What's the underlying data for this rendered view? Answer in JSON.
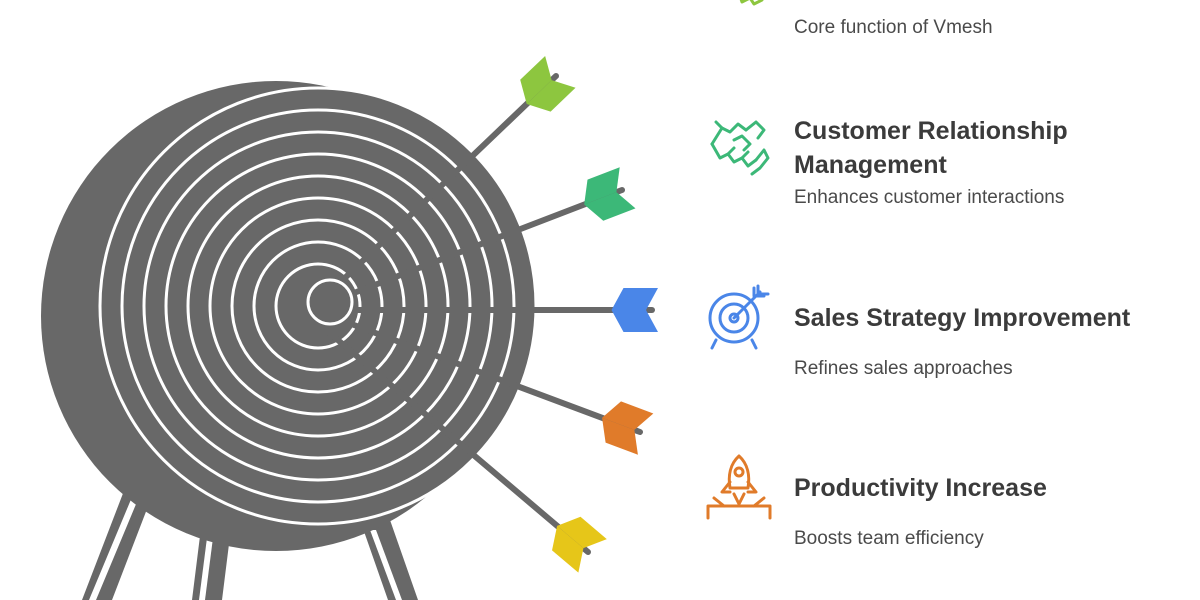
{
  "items": [
    {
      "title": "",
      "description": "Core function of Vmesh",
      "icon": "gear-icon",
      "color": "#8dc63f"
    },
    {
      "title": "Customer Relationship Management",
      "title_line1": "Customer Relationship",
      "title_line2": "Management",
      "description": "Enhances customer interactions",
      "icon": "handshake-icon",
      "color": "#3cb878"
    },
    {
      "title": "Sales Strategy Improvement",
      "description": "Refines sales approaches",
      "icon": "target-icon",
      "color": "#4a86e8"
    },
    {
      "title": "Productivity Increase",
      "description": "Boosts team efficiency",
      "icon": "rocket-icon",
      "color": "#e07b2a"
    }
  ],
  "arrows": [
    {
      "color": "#8dc63f"
    },
    {
      "color": "#3cb878"
    },
    {
      "color": "#4a86e8"
    },
    {
      "color": "#e07b2a"
    },
    {
      "color": "#e6c619"
    }
  ],
  "target_color": "#686868"
}
